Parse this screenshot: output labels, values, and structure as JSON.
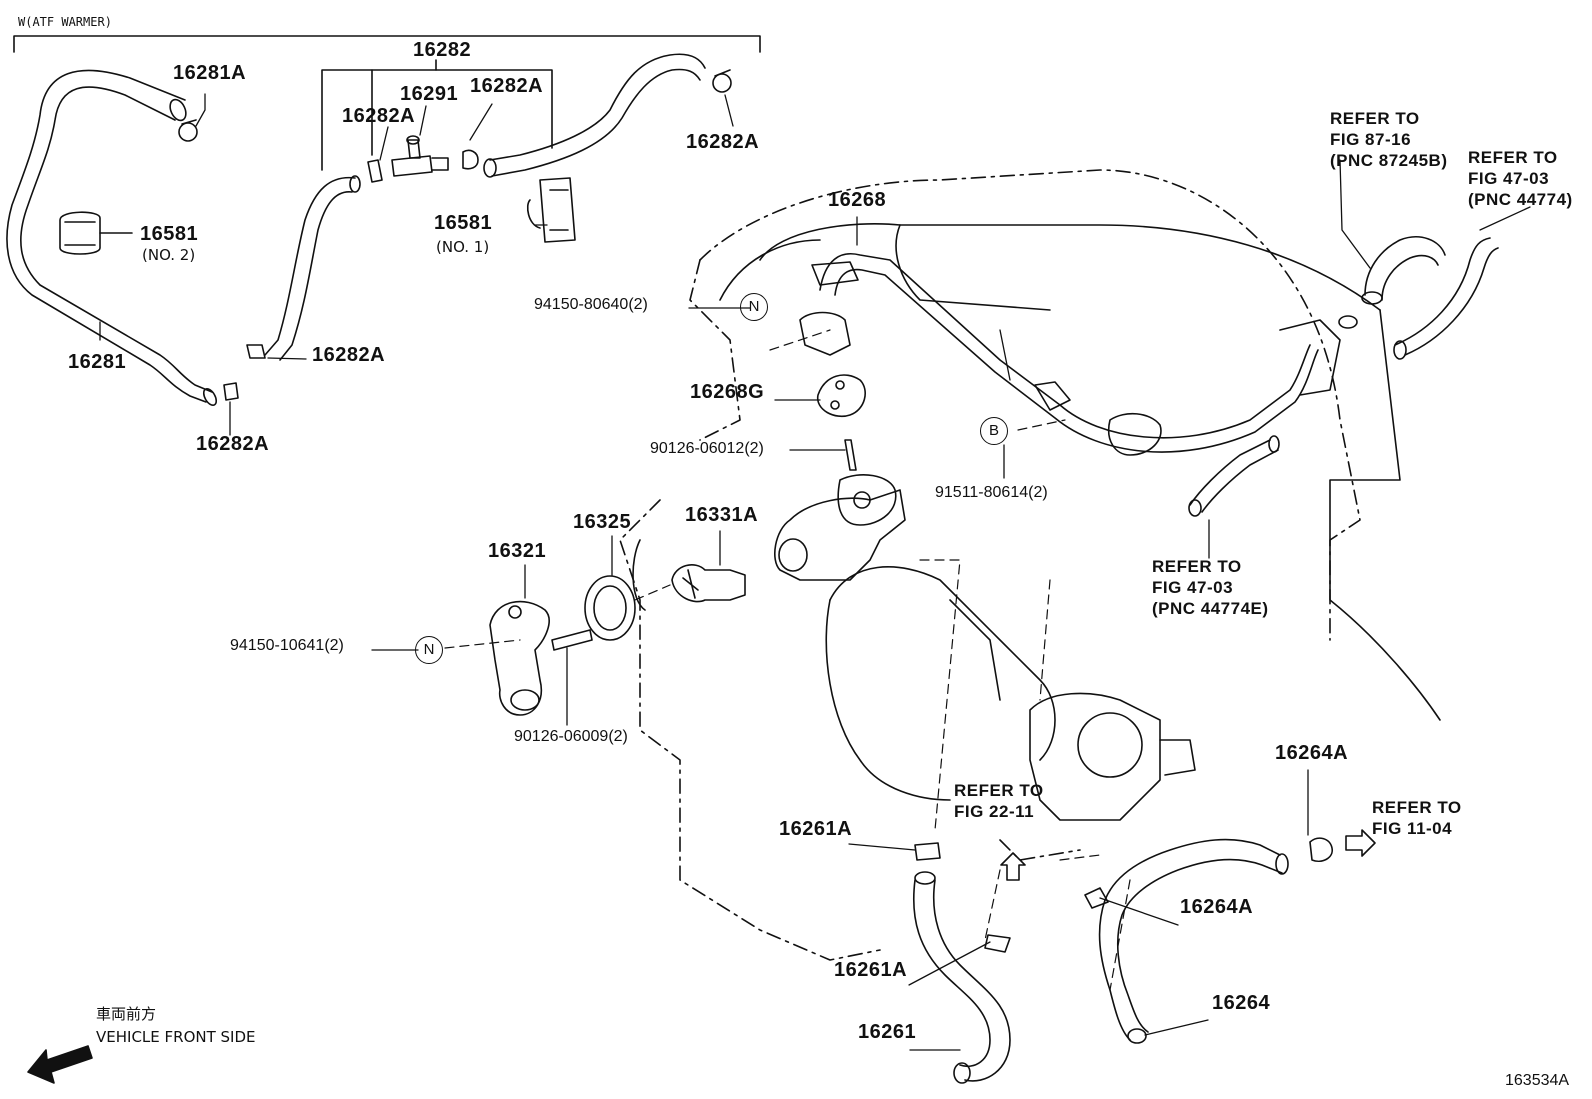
{
  "group_header": "W(ATF WARMER)",
  "parts": {
    "p16282": "16282",
    "p16281A": "16281A",
    "p16291": "16291",
    "p16282A_a": "16282A",
    "p16282A_b": "16282A",
    "p16282A_c": "16282A",
    "p16282A_d": "16282A",
    "p16282A_e": "16282A",
    "p16581_2": "16581",
    "p16581_2_sub": "(NO. 2)",
    "p16581_1": "16581",
    "p16581_1_sub": "(NO. 1)",
    "p16281": "16281",
    "p16268": "16268",
    "p94150_80640": "94150-80640(2)",
    "p16268G": "16268G",
    "p90126_06012": "90126-06012(2)",
    "p91511_80614": "91511-80614(2)",
    "p16325": "16325",
    "p16331A": "16331A",
    "p16321": "16321",
    "p94150_10641": "94150-10641(2)",
    "p90126_06009": "90126-06009(2)",
    "p16264A_top": "16264A",
    "p16261A_top": "16261A",
    "p16264A_bot": "16264A",
    "p16261A_bot": "16261A",
    "p16264": "16264",
    "p16261": "16261"
  },
  "circle_markers": {
    "n1": "N",
    "n2": "N",
    "b": "B"
  },
  "references": {
    "fig87": "REFER TO\nFIG 87-16\n(PNC 87245B)",
    "fig47a": "REFER TO\nFIG 47-03\n(PNC 44774)",
    "fig47b": "REFER TO\nFIG 47-03\n(PNC 44774E)",
    "fig22": "REFER TO\nFIG 22-11",
    "fig11": "REFER TO\nFIG 11-04"
  },
  "front_side": {
    "japanese": "車両前方",
    "english": "VEHICLE FRONT SIDE"
  },
  "figure_code": "163534A"
}
